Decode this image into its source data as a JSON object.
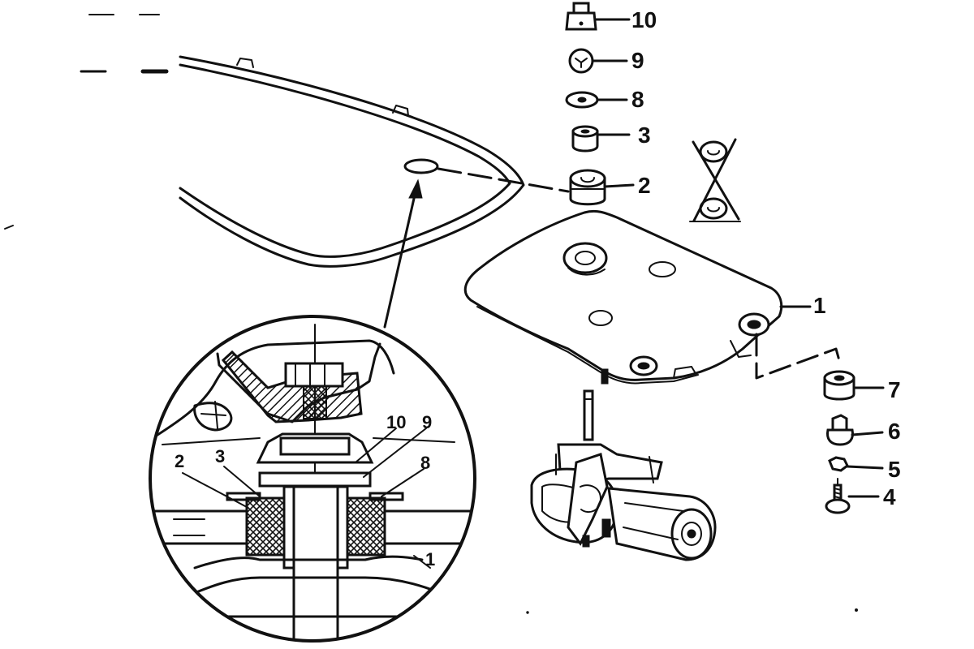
{
  "callouts": {
    "c10": "10",
    "c9": "9",
    "c8": "8",
    "c3": "3",
    "c2": "2",
    "c1": "1",
    "c7": "7",
    "c6": "6",
    "c5": "5",
    "c4": "4"
  },
  "detail_callouts": {
    "d2": "2",
    "d3": "3",
    "d10": "10",
    "d9": "9",
    "d8": "8",
    "d1": "1"
  }
}
